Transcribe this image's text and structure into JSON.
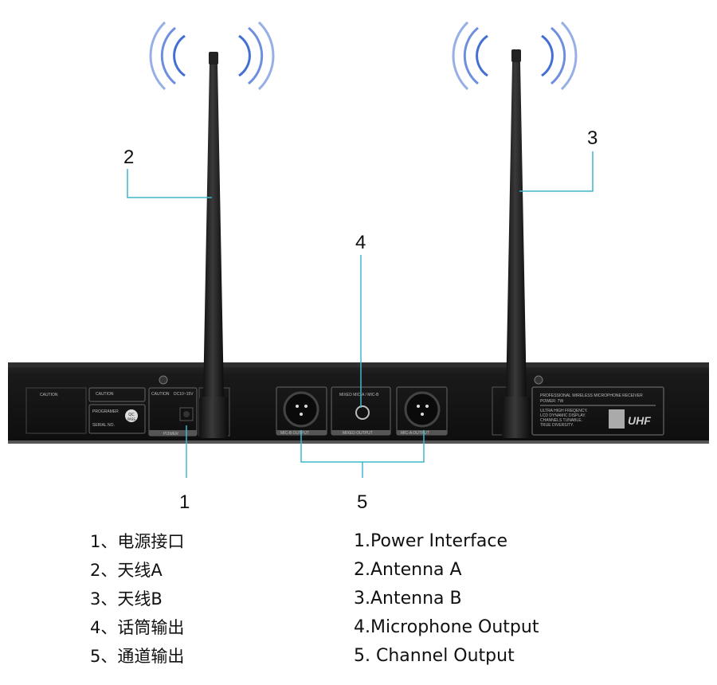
{
  "callouts": {
    "n1": "1",
    "n2": "2",
    "n3": "3",
    "n4": "4",
    "n5": "5"
  },
  "legend_cn": [
    "1、电源接口",
    "2、天线A",
    "3、天线B",
    "4、话筒输出",
    "5、通道输出"
  ],
  "legend_en": [
    "1.Power Interface",
    "2.Antenna A",
    "3.Antenna B",
    "4.Microphone Output",
    "5. Channel Output"
  ],
  "panel": {
    "caution": "CAUTION",
    "programmer": "PROGRAMER",
    "serial": "SERIAL NO.",
    "qc": "QC",
    "pass": "PASS",
    "dc": "DC10~15V",
    "power": "POWER",
    "mic_b": "MIC-B OUTPUT",
    "mixed": "MIXED OUTPUT",
    "mixed_top": "MIXED MIC-A / MIC-B",
    "mic_a": "MIC-A OUTPUT",
    "receiver": "PROFESSIONAL WIRELESS MICROPHONE RECEIVER",
    "power_w": "POWER: 7W",
    "features": [
      "ULTRA HIGH FREQENCY.",
      "LCD DYNAMIC DISPLAY.",
      "CHANNELS TUNABLE.",
      "TRUE DIVERSITY."
    ],
    "uhf": "UHF"
  },
  "colors": {
    "callout": "#3fb8cf",
    "wave": "#2f5fd0",
    "body": "#161616"
  }
}
